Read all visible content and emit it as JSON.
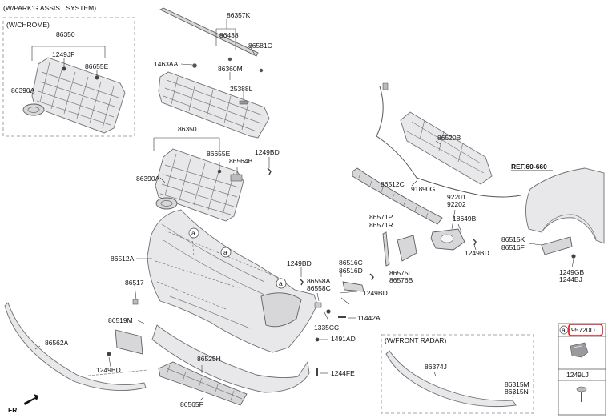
{
  "headers": {
    "park_assist": "(W/PARK'G ASSIST SYSTEM)",
    "chrome": "(W/CHROME)",
    "front_radar": "(W/FRONT RADAR)"
  },
  "reference": "REF.60-660",
  "front_marker": "FR.",
  "callouts": {
    "a": "a"
  },
  "legend_box": {
    "a_marker": "a",
    "part1": "95720D",
    "part2": "1249LJ"
  },
  "labels": {
    "chrome_86350": "86350",
    "chrome_1249JF": "1249JF",
    "chrome_86655E": "86655E",
    "chrome_86390A": "86390A",
    "l86357K": "86357K",
    "l86438": "86438",
    "l86581C": "86581C",
    "l1463AA": "1463AA",
    "l86360M": "86360M",
    "l25388L": "25388L",
    "grille_86350": "86350",
    "grille_86655E": "86655E",
    "l1249BD_a": "1249BD",
    "l86564B": "86564B",
    "grille_86390A": "86390A",
    "l86520B": "86520B",
    "l86512C": "86512C",
    "l91890G": "91890G",
    "l92201": "92201",
    "l92202": "92202",
    "l18649B": "18649B",
    "l86571P": "86571P",
    "l86571R": "86571R",
    "l86515K": "86515K",
    "l86516F": "86516F",
    "l1249BD_b": "1249BD",
    "l1249GB": "1249GB",
    "l1244BJ": "1244BJ",
    "l86512A": "86512A",
    "l1249BD_c": "1249BD",
    "l86516C": "86516C",
    "l86516D": "86516D",
    "l86575L": "86575L",
    "l86576B": "86576B",
    "l86517": "86517",
    "l86558A": "86558A",
    "l86558C": "86558C",
    "l1249BD_d": "1249BD",
    "l86519M": "86519M",
    "l11442A": "11442A",
    "l1335CC": "1335CC",
    "l86562A": "86562A",
    "l1491AD": "1491AD",
    "l1249BD_e": "1249BD",
    "l86525H": "86525H",
    "l1244FE": "1244FE",
    "l86565F": "86565F",
    "l86374J": "86374J",
    "l86315M": "86315M",
    "l86315N": "86315N"
  },
  "colors": {
    "highlight": "#e0141e",
    "part_fill": "#e8e8ea",
    "part_stroke": "#6f6f73"
  }
}
